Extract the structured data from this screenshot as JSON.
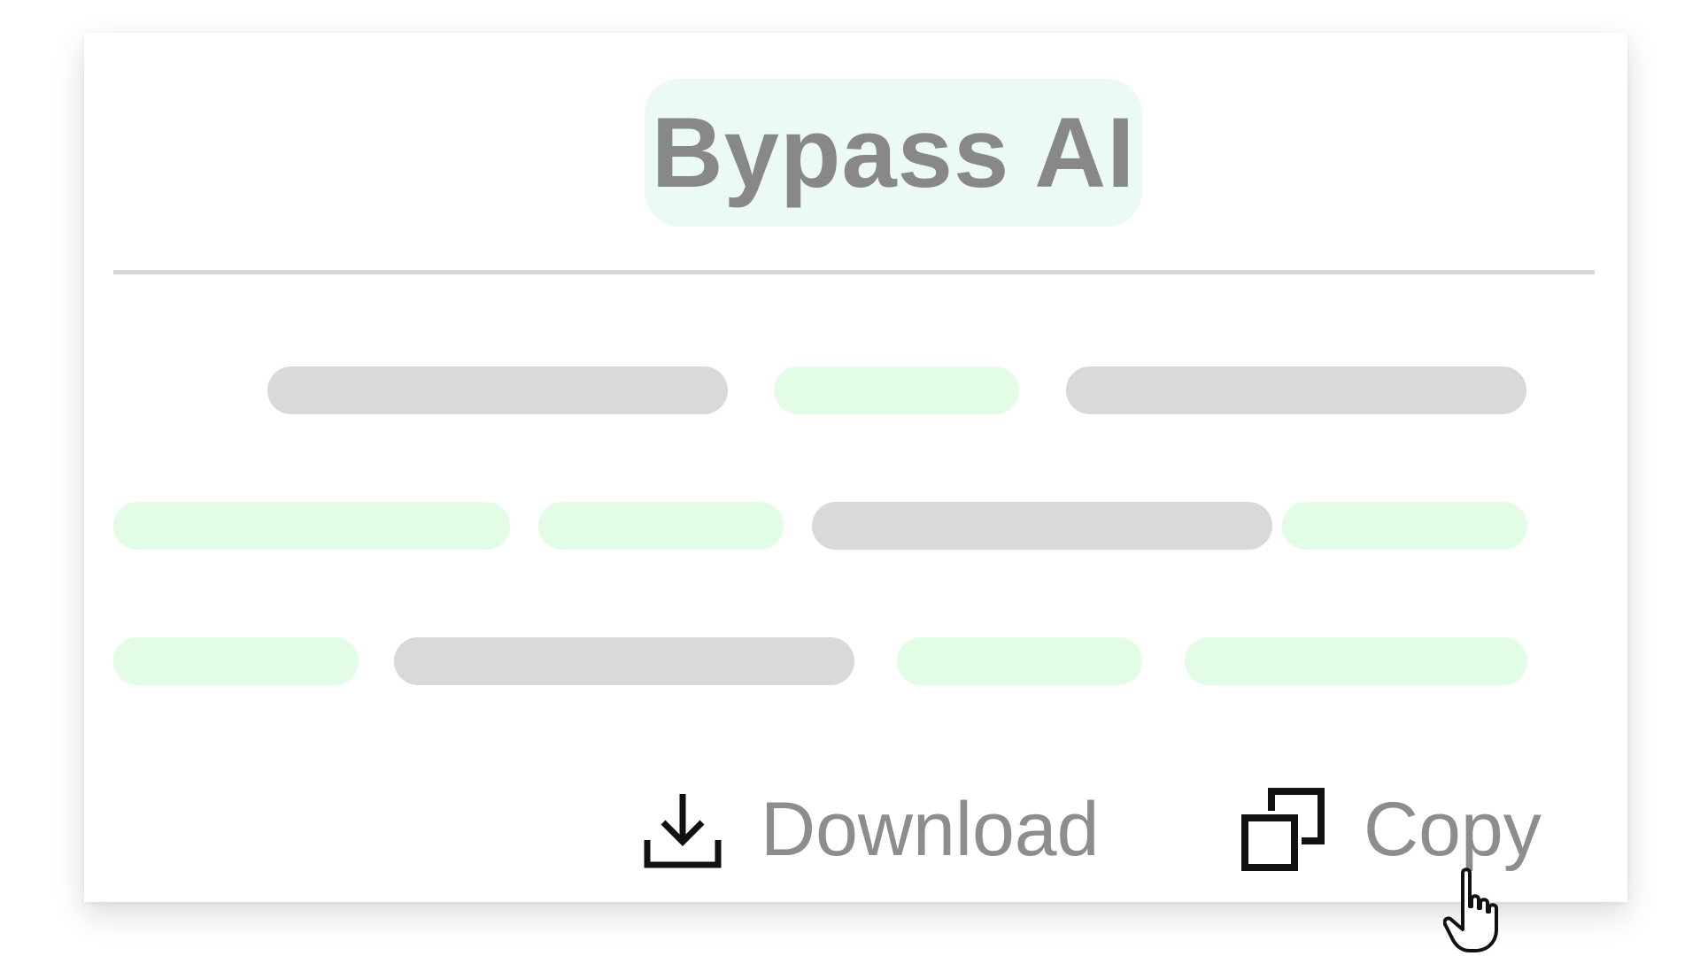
{
  "card": {
    "title": "Bypass AI"
  },
  "colors": {
    "title_badge_bg": "#ebfaf2",
    "title_text": "#888888",
    "divider": "#d6d6d6",
    "gray_line": "#d9d9d9",
    "green_line": "#e3fce6",
    "label_text": "#8d8d8d",
    "icon_stroke": "#111111"
  },
  "text_lines": [
    [
      "gray",
      "green",
      "gray"
    ],
    [
      "green",
      "green",
      "gray",
      "green"
    ],
    [
      "green",
      "gray",
      "green",
      "green"
    ]
  ],
  "toolbar": {
    "download_label": "Download",
    "download_icon": "download-icon",
    "copy_label": "Copy",
    "copy_icon": "copy-icon"
  },
  "cursor": {
    "icon": "hand-pointer-icon"
  }
}
